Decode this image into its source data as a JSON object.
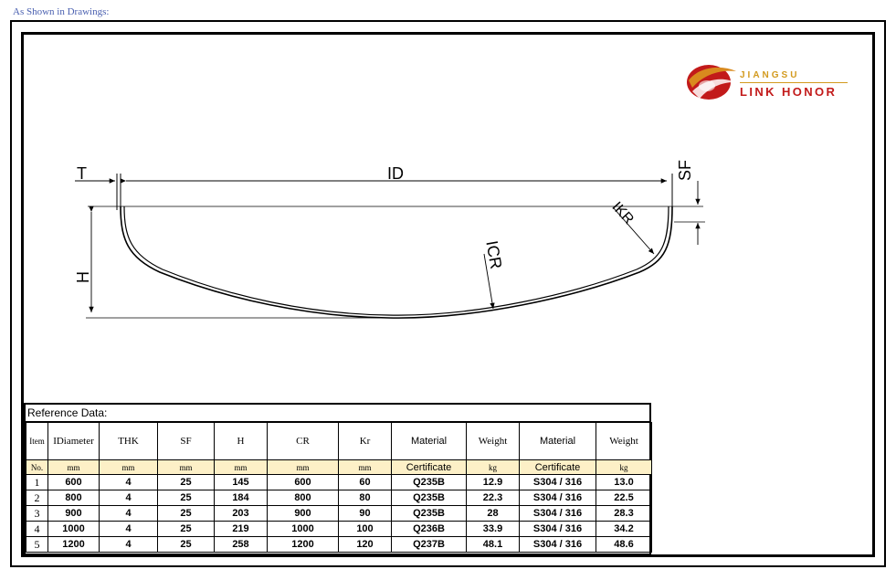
{
  "caption": "As Shown in Drawings:",
  "logo": {
    "top_text": "JIANGSU",
    "bottom_text": "LINK HONOR"
  },
  "dimensions": {
    "T": "T",
    "ID": "ID",
    "SF": "SF",
    "H": "H",
    "ICR": "ICR",
    "IKR": "IKR"
  },
  "reference": {
    "title": "Reference Data:",
    "headers": [
      "Item",
      "IDiameter",
      "THK",
      "SF",
      "H",
      "CR",
      "Kr",
      "Material",
      "Weight",
      "Material",
      "Weight"
    ],
    "units": [
      "No.",
      "mm",
      "mm",
      "mm",
      "mm",
      "mm",
      "mm",
      "Certificate",
      "kg",
      "Certificate",
      "kg"
    ],
    "rows": [
      [
        "1",
        "600",
        "4",
        "25",
        "145",
        "600",
        "60",
        "Q235B",
        "12.9",
        "S304 / 316",
        "13.0"
      ],
      [
        "2",
        "800",
        "4",
        "25",
        "184",
        "800",
        "80",
        "Q235B",
        "22.3",
        "S304 / 316",
        "22.5"
      ],
      [
        "3",
        "900",
        "4",
        "25",
        "203",
        "900",
        "90",
        "Q235B",
        "28",
        "S304 / 316",
        "28.3"
      ],
      [
        "4",
        "1000",
        "4",
        "25",
        "219",
        "1000",
        "100",
        "Q236B",
        "33.9",
        "S304 / 316",
        "34.2"
      ],
      [
        "5",
        "1200",
        "4",
        "25",
        "258",
        "1200",
        "120",
        "Q237B",
        "48.1",
        "S304 / 316",
        "48.6"
      ]
    ]
  }
}
